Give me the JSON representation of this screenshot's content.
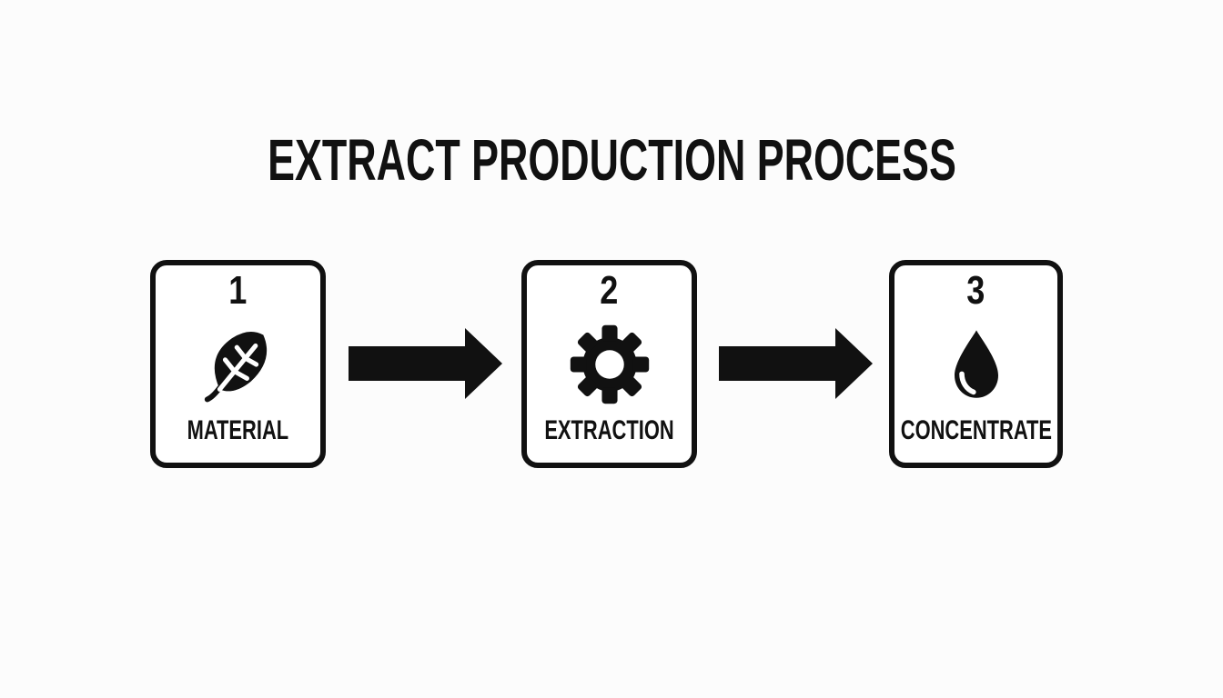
{
  "title": "EXTRACT PRODUCTION PROCESS",
  "steps": [
    {
      "number": "1",
      "label": "MATERIAL",
      "icon": "leaf-icon"
    },
    {
      "number": "2",
      "label": "EXTRACTION",
      "icon": "gear-icon"
    },
    {
      "number": "3",
      "label": "CONCENTRATE",
      "icon": "droplet-icon"
    }
  ],
  "arrows": [
    {
      "icon": "arrow-right-icon"
    },
    {
      "icon": "arrow-right-icon"
    }
  ],
  "colors": {
    "ink": "#111111",
    "card_background": "#ffffff",
    "page_background": "#fcfcfc"
  }
}
